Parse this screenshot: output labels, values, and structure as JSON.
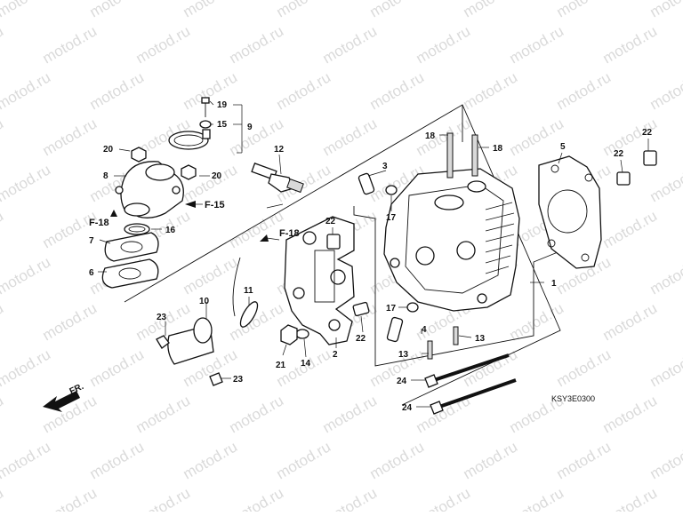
{
  "watermark": "motod.ru",
  "diagram_code": "KSY3E0300",
  "front_marker": "FR.",
  "refs": {
    "f18_left": "F-18",
    "f18_mid": "F-18",
    "f15": "F-15"
  },
  "callouts": {
    "c1": "1",
    "c2": "2",
    "c3": "3",
    "c4": "4",
    "c5": "5",
    "c6": "6",
    "c7": "7",
    "c8": "8",
    "c9": "9",
    "c10": "10",
    "c11": "11",
    "c12": "12",
    "c13a": "13",
    "c13b": "13",
    "c14": "14",
    "c15": "15",
    "c16": "16",
    "c17a": "17",
    "c17b": "17",
    "c18a": "18",
    "c18b": "18",
    "c19": "19",
    "c20a": "20",
    "c20b": "20",
    "c21": "21",
    "c22a": "22",
    "c22b": "22",
    "c22c": "22",
    "c22d": "22",
    "c23a": "23",
    "c23b": "23",
    "c24a": "24",
    "c24b": "24"
  },
  "icons": {
    "front_arrow": "front-arrow-icon"
  }
}
